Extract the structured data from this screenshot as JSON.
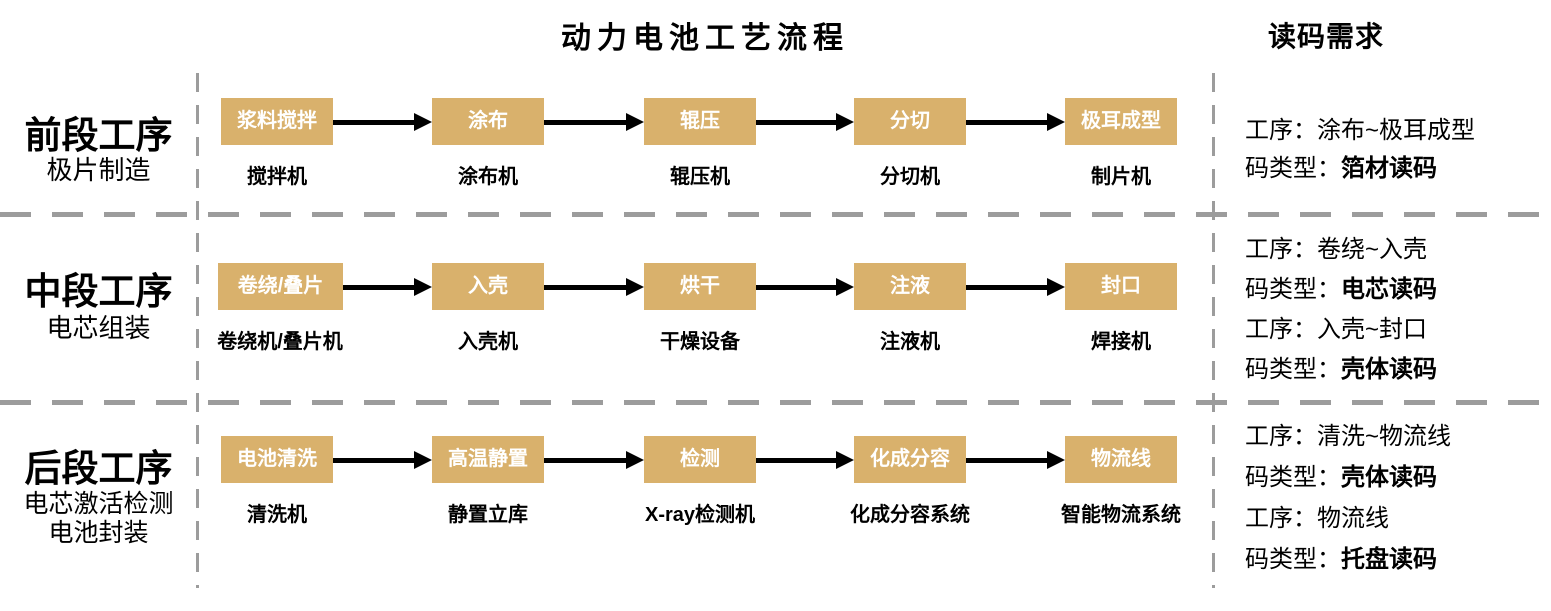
{
  "header": {
    "flow_title": "动力电池工艺流程",
    "requirements_title": "读码需求"
  },
  "colors": {
    "box_fill": "#D9B16C",
    "box_text": "#FFFFFF",
    "divider": "#9C9C9C",
    "arrow": "#000000"
  },
  "rows": [
    {
      "stage": "前段工序",
      "stage_sub": [
        "极片制造"
      ],
      "steps": [
        {
          "box": "浆料搅拌",
          "machine": "搅拌机"
        },
        {
          "box": "涂布",
          "machine": "涂布机"
        },
        {
          "box": "辊压",
          "machine": "辊压机"
        },
        {
          "box": "分切",
          "machine": "分切机"
        },
        {
          "box": "极耳成型",
          "machine": "制片机"
        }
      ],
      "requirements": [
        {
          "label": "工序：",
          "value": "涂布~极耳成型"
        },
        {
          "label": "码类型：",
          "value": "箔材读码"
        }
      ]
    },
    {
      "stage": "中段工序",
      "stage_sub": [
        "电芯组装"
      ],
      "steps": [
        {
          "box": "卷绕/叠片",
          "machine": "卷绕机/叠片机"
        },
        {
          "box": "入壳",
          "machine": "入壳机"
        },
        {
          "box": "烘干",
          "machine": "干燥设备"
        },
        {
          "box": "注液",
          "machine": "注液机"
        },
        {
          "box": "封口",
          "machine": "焊接机"
        }
      ],
      "requirements": [
        {
          "label": "工序：",
          "value": "卷绕~入壳"
        },
        {
          "label": "码类型：",
          "value": "电芯读码"
        },
        {
          "label": "工序：",
          "value": "入壳~封口"
        },
        {
          "label": "码类型：",
          "value": "壳体读码"
        }
      ]
    },
    {
      "stage": "后段工序",
      "stage_sub": [
        "电芯激活检测",
        "电池封装"
      ],
      "steps": [
        {
          "box": "电池清洗",
          "machine": "清洗机"
        },
        {
          "box": "高温静置",
          "machine": "静置立库"
        },
        {
          "box": "检测",
          "machine": "X-ray检测机"
        },
        {
          "box": "化成分容",
          "machine": "化成分容系统"
        },
        {
          "box": "物流线",
          "machine": "智能物流系统"
        }
      ],
      "requirements": [
        {
          "label": "工序：",
          "value": "清洗~物流线"
        },
        {
          "label": "码类型：",
          "value": "壳体读码"
        },
        {
          "label": "工序：",
          "value": "物流线"
        },
        {
          "label": "码类型：",
          "value": "托盘读码"
        }
      ]
    }
  ]
}
